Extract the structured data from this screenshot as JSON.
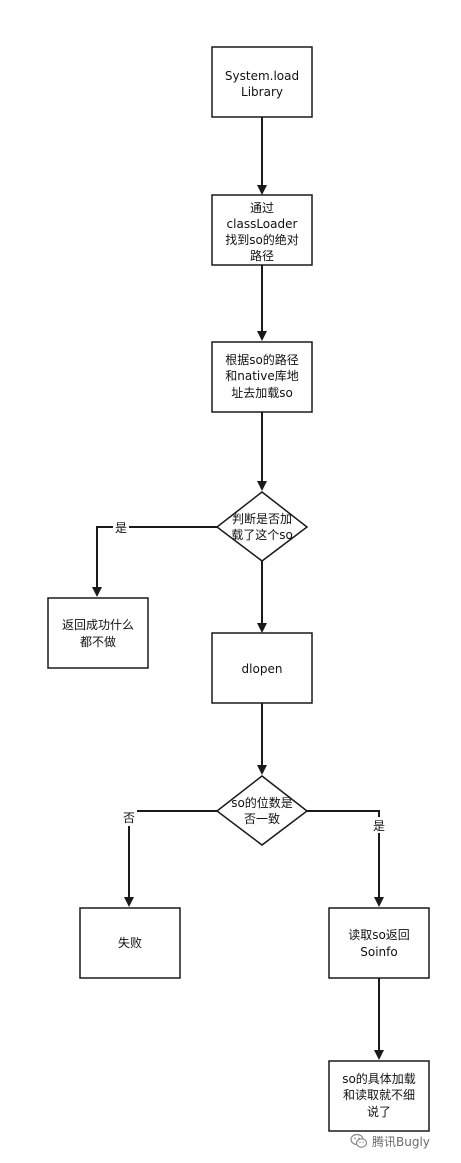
{
  "nodes": {
    "load_library": {
      "lines": [
        "System.load",
        "Library"
      ]
    },
    "find_path": {
      "lines": [
        "通过",
        "classLoader",
        "找到so的绝对",
        "路径"
      ]
    },
    "load_so": {
      "lines": [
        "根据so的路径",
        "和native库地",
        "址去加载so"
      ]
    },
    "check_loaded": {
      "lines": [
        "判断是否加",
        "载了这个so"
      ]
    },
    "return_success": {
      "lines": [
        "返回成功什么",
        "都不做"
      ]
    },
    "dlopen": {
      "lines": [
        "dlopen"
      ]
    },
    "check_bits": {
      "lines": [
        "so的位数是",
        "否一致"
      ]
    },
    "fail": {
      "lines": [
        "失败"
      ]
    },
    "read_soinfo": {
      "lines": [
        "读取so返回",
        "Soinfo"
      ]
    },
    "details": {
      "lines": [
        "so的具体加载",
        "和读取就不细",
        "说了"
      ]
    }
  },
  "edge_labels": {
    "loaded_yes": "是",
    "bits_no": "否",
    "bits_yes": "是"
  },
  "watermark": {
    "text": "腾讯Bugly",
    "icon": "wechat-icon"
  }
}
